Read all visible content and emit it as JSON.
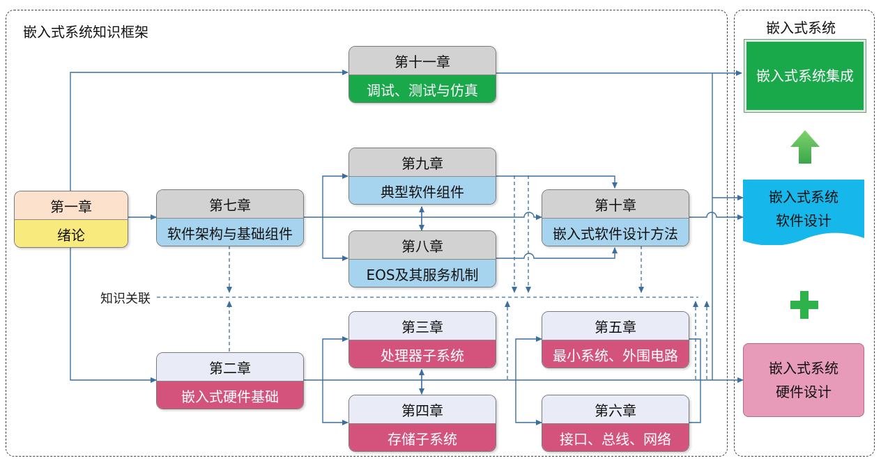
{
  "left_panel": {
    "title": "嵌入式系统知识框架"
  },
  "right_panel": {
    "title": "嵌入式系统",
    "integration": "嵌入式系统集成",
    "software_design": [
      "嵌入式系统",
      "软件设计"
    ],
    "hardware_design": [
      "嵌入式系统",
      "硬件设计"
    ]
  },
  "knowledge_link_label": "知识关联",
  "chapters": {
    "ch1": {
      "chapter": "第一章",
      "title": "绪论"
    },
    "ch2": {
      "chapter": "第二章",
      "title": "嵌入式硬件基础"
    },
    "ch3": {
      "chapter": "第三章",
      "title": "处理器子系统"
    },
    "ch4": {
      "chapter": "第四章",
      "title": "存储子系统"
    },
    "ch5": {
      "chapter": "第五章",
      "title": "最小系统、外围电路"
    },
    "ch6": {
      "chapter": "第六章",
      "title": "接口、总线、网络"
    },
    "ch7": {
      "chapter": "第七章",
      "title": "软件架构与基础组件"
    },
    "ch8": {
      "chapter": "第八章",
      "title": "EOS及其服务机制"
    },
    "ch9": {
      "chapter": "第九章",
      "title": "典型软件组件"
    },
    "ch10": {
      "chapter": "第十章",
      "title": "嵌入式软件设计方法"
    },
    "ch11": {
      "chapter": "第十一章",
      "title": "调试、测试与仿真"
    }
  },
  "colors": {
    "chapter_header": "#d2d2d2",
    "software": "#a6d4ef",
    "hardware": "#d4537d",
    "integration": "#19a94a",
    "intro_header": "#fce1cc",
    "intro_body": "#f8ea7c",
    "hardware_header": "#e9ebf7",
    "line": "#3a6fa0"
  },
  "icons": [
    "up-arrow-icon",
    "plus-icon"
  ]
}
